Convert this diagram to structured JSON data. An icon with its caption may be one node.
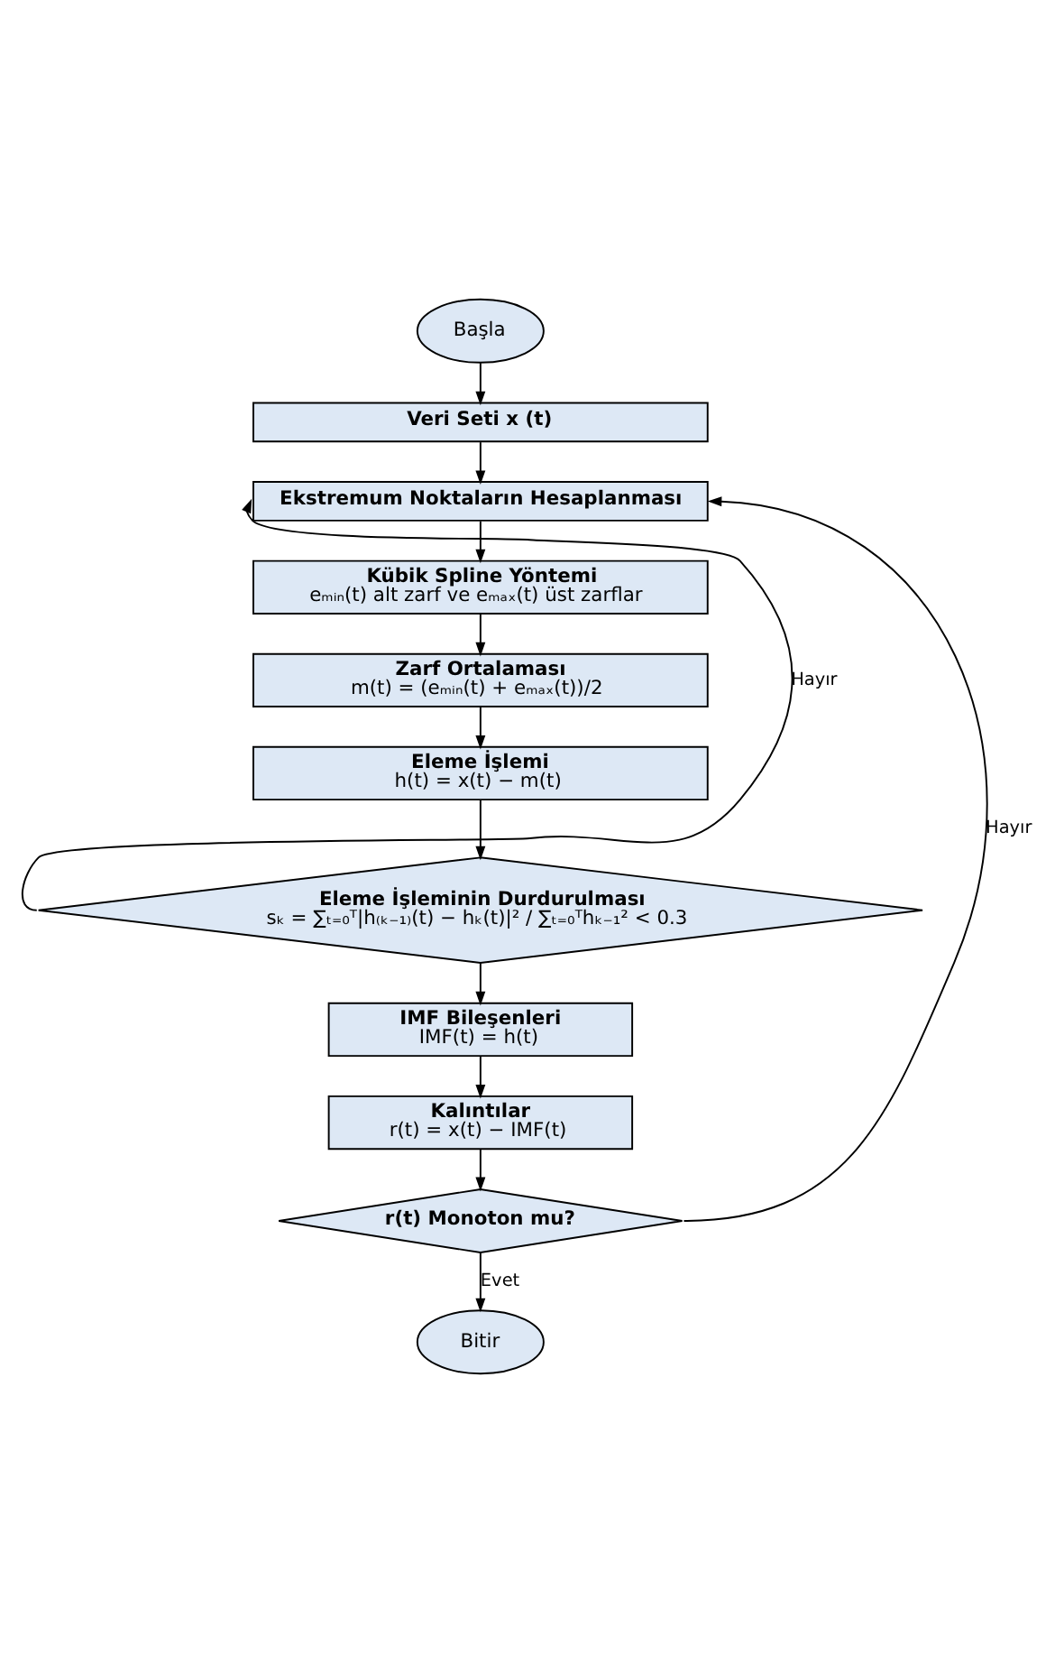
{
  "diagram": {
    "nodes": [
      {
        "text": [
          "Başla"
        ]
      },
      {
        "text": [
          "Veri Seti x (t)"
        ]
      },
      {
        "text": [
          "Ekstremum Noktaların Hesaplanması"
        ]
      },
      {
        "text": [
          "Kübik Spline Yöntemi",
          "eₘᵢₙ(t) alt zarf ve eₘₐₓ(t) üst zarflar"
        ]
      },
      {
        "text": [
          "Zarf Ortalaması",
          "m(t) = (eₘᵢₙ(t) + eₘₐₓ(t))/2"
        ]
      },
      {
        "text": [
          "Eleme İşlemi",
          "h(t) = x(t) − m(t)"
        ]
      },
      {
        "text": [
          "Eleme İşleminin Durdurulması",
          "sₖ = ∑ₜ₌₀ᵀ|h₍ₖ₋₁₎(t) − hₖ(t)|² / ∑ₜ₌₀ᵀhₖ₋₁² < 0.3"
        ]
      },
      {
        "text": [
          "IMF Bileşenleri",
          "IMF(t) = h(t)"
        ]
      },
      {
        "text": [
          "Kalıntılar",
          "r(t) = x(t) − IMF(t)"
        ]
      },
      {
        "text": [
          "r(t) Monoton mu?"
        ]
      },
      {
        "text": [
          "Bitir"
        ]
      }
    ],
    "edges": [
      {
        "from": 0,
        "to": 1,
        "arrow": "to"
      },
      {
        "from": 1,
        "to": 2,
        "arrow": "to"
      },
      {
        "from": 2,
        "to": 3,
        "arrow": "to"
      },
      {
        "from": 3,
        "to": 4,
        "arrow": "to"
      },
      {
        "from": 4,
        "to": 5,
        "arrow": "to"
      },
      {
        "from": 5,
        "to": 6,
        "arrow": "to"
      },
      {
        "from": 6,
        "to": 2,
        "arrow": "to",
        "label": "Hayır"
      },
      {
        "from": 6,
        "to": 7,
        "arrow": "to"
      },
      {
        "from": 7,
        "to": 8,
        "arrow": "to"
      },
      {
        "from": 8,
        "to": 9,
        "arrow": "to"
      },
      {
        "from": 9,
        "to": 2,
        "arrow": "to",
        "label": "Hayır"
      },
      {
        "from": 9,
        "to": 10,
        "arrow": "to",
        "label": "Evet"
      }
    ]
  }
}
